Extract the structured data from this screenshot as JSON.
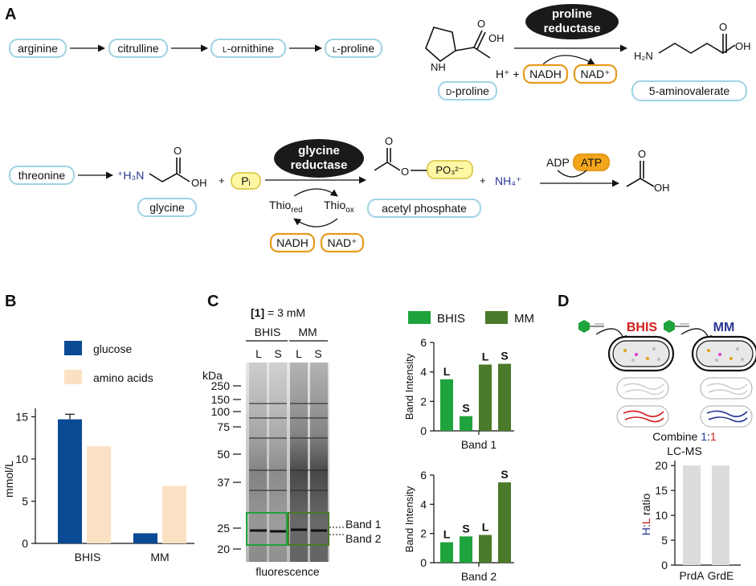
{
  "panel_a": {
    "letter": "A",
    "pathway1": [
      "arginine",
      "citrulline",
      "L-ornithine",
      "L-proline"
    ],
    "l_prefix": "L",
    "ornithine_rest": "-ornithine",
    "proline_rest": "-proline",
    "d_proline_prefix": "D",
    "d_proline_rest": "-proline",
    "h_plus": "H⁺ +",
    "nadh": "NADH",
    "nad_plus": "NAD⁺",
    "proline_reductase": [
      "proline",
      "reductase"
    ],
    "aminovalerate": "5-aminovalerate",
    "threonine": "threonine",
    "glycine": "glycine",
    "plus": "+",
    "pi": "Pᵢ",
    "glycine_reductase": [
      "glycine",
      "reductase"
    ],
    "thio_red": "Thio",
    "thio_red_sub": "red",
    "thio_ox": "Thio",
    "thio_ox_sub": "ox",
    "acetyl_phosphate": "acetyl phosphate",
    "nh4": "NH₄⁺",
    "adp": "ADP",
    "atp": "ATP",
    "oh": "OH",
    "nh": "NH",
    "h2n": "H₂N",
    "o": "O",
    "h3n": "⁺H₃N",
    "po3": "PO₃²⁻"
  },
  "panel_b": {
    "letter": "B",
    "ylabel": "mmol/L",
    "legend": [
      "glucose",
      "amino acids"
    ],
    "colors": {
      "glucose": "#0b4a94",
      "amino acids": "#fbe1c3"
    }
  },
  "panel_c": {
    "letter": "C",
    "conc_label_bold": "[1]",
    "conc_label_rest": " = 3 mM",
    "group_labels": [
      "BHIS",
      "MM"
    ],
    "lane_labels": [
      "L",
      "S",
      "L",
      "S"
    ],
    "kda_label": "kDa",
    "markers": [
      "250",
      "150",
      "100",
      "75",
      "50",
      "37",
      "25",
      "20"
    ],
    "band_labels": [
      "Band 1",
      "Band 2"
    ],
    "gel_caption": "fluorescence",
    "legend": [
      "BHIS",
      "MM"
    ],
    "colors": {
      "BHIS": "#1fa33c",
      "MM": "#4a7a2a"
    },
    "y_axis_label": "Band Intensity"
  },
  "panel_d": {
    "letter": "D",
    "labels": [
      "BHIS",
      "MM"
    ],
    "label_colors": [
      "#d21d1d",
      "#283594"
    ],
    "combine_text": "Combine",
    "ratio_1a": "1",
    "ratio_colon": ":",
    "ratio_1b": "1",
    "lcms": "LC-MS",
    "ylabel_h": "H",
    "ylabel_colon": ":",
    "ylabel_l": "L",
    "ylabel_rest": " ratio"
  },
  "chart_data": [
    {
      "type": "bar",
      "panel": "B",
      "categories": [
        "BHIS",
        "MM"
      ],
      "series": [
        {
          "name": "glucose",
          "values": [
            14.7,
            1.2
          ]
        },
        {
          "name": "amino acids",
          "values": [
            11.5,
            6.8
          ]
        }
      ],
      "ylabel": "mmol/L",
      "ylim": [
        0,
        16
      ],
      "yticks": [
        0,
        5,
        10,
        15
      ]
    },
    {
      "type": "bar",
      "panel": "C",
      "title": "Band 1",
      "categories": [
        "L",
        "S",
        "L",
        "S"
      ],
      "groups": [
        "BHIS",
        "BHIS",
        "MM",
        "MM"
      ],
      "values": [
        3.5,
        1.0,
        4.5,
        4.55
      ],
      "ylabel": "Band Intensity",
      "ylim": [
        0,
        6
      ],
      "yticks": [
        0,
        2,
        4,
        6
      ]
    },
    {
      "type": "bar",
      "panel": "C",
      "title": "Band 2",
      "categories": [
        "L",
        "S",
        "L",
        "S"
      ],
      "groups": [
        "BHIS",
        "BHIS",
        "MM",
        "MM"
      ],
      "values": [
        1.4,
        1.8,
        1.9,
        5.5
      ],
      "ylabel": "Band Intensity",
      "ylim": [
        0,
        6
      ],
      "yticks": [
        0,
        2,
        4,
        6
      ]
    },
    {
      "type": "bar",
      "panel": "D",
      "categories": [
        "PrdA",
        "GrdE"
      ],
      "values": [
        20,
        20
      ],
      "ylabel": "H:L ratio",
      "ylim": [
        0,
        21
      ],
      "yticks": [
        0,
        5,
        10,
        15,
        20
      ]
    }
  ]
}
